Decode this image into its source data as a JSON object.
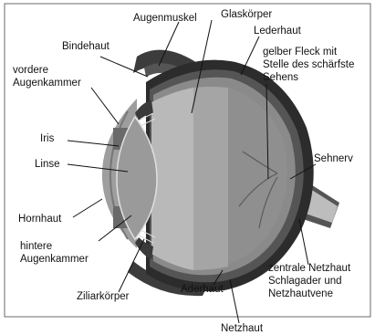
{
  "labels": {
    "augenmuskel": "Augenmuskel",
    "bindehaut": "Bindehaut",
    "vordere_augenkammer": [
      "vordere",
      "Augenkammer"
    ],
    "iris": "Iris",
    "linse": "Linse",
    "hornhaut": "Hornhaut",
    "hintere_augenkammer": [
      "hintere",
      "Augenkammer"
    ],
    "ziliarkoerper": "Ziliarkörper",
    "glaskoerper": "Glaskörper",
    "lederhaut": "Lederhaut",
    "gelber_fleck": [
      "gelber Fleck mit",
      "Stelle des schärfste",
      "Sehens"
    ],
    "sehnerv": "Sehnerv",
    "zentrale_netzhaut": [
      "zentrale Netzhaut",
      "Schlagader und",
      "Netzhautvene"
    ],
    "aderhaut": "Aderhaut",
    "netzhaut": "Netzhaut"
  },
  "colors": {
    "frame": "#6a6a6a",
    "sclera": "#2c2c2c",
    "choroid": "#555555",
    "retina": "#8a8a8a",
    "vitreous_dark": "#8f8f8f",
    "vitreous_light": "#b9b9b9",
    "lens": "#9a9a9a",
    "leader": "#111111"
  }
}
